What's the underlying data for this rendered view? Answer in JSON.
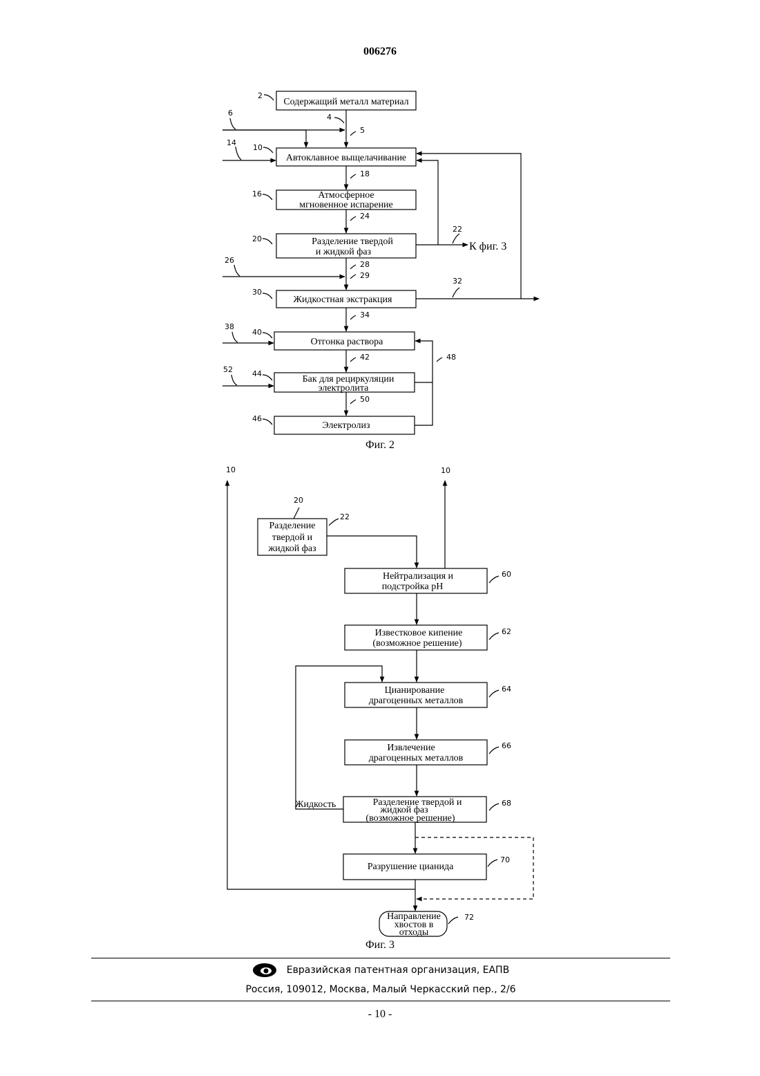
{
  "document": {
    "patent_number": "006276",
    "page_number": "- 10 -"
  },
  "figure2": {
    "caption": "Фиг. 2",
    "boxes": {
      "metal_material": "Содержащий металл материал",
      "autoclave_leaching": "Автоклавное выщелачивание",
      "flash_line1": "Атмосферное",
      "flash_line2": "мгновенное испарение",
      "separation_line1": "Разделение твердой",
      "separation_line2": "и жидкой фаз",
      "liquid_extraction": "Жидкостная экстракция",
      "stripping": "Отгонка раствора",
      "tank_line1": "Бак для рециркуляции",
      "tank_line2": "электролита",
      "electrolysis": "Электролиз"
    },
    "to_fig3": "К фиг. 3",
    "labels": {
      "n2": "2",
      "n4": "4",
      "n5": "5",
      "n6": "6",
      "n10": "10",
      "n14": "14",
      "n16": "16",
      "n18": "18",
      "n20": "20",
      "n22": "22",
      "n24": "24",
      "n26": "26",
      "n28": "28",
      "n29": "29",
      "n30": "30",
      "n32": "32",
      "n34": "34",
      "n38": "38",
      "n40": "40",
      "n42": "42",
      "n44": "44",
      "n46": "46",
      "n48": "48",
      "n50": "50",
      "n52": "52"
    }
  },
  "figure3": {
    "caption": "Фиг. 3",
    "boxes": {
      "sep_line1": "Разделение",
      "sep_line2": "твердой и",
      "sep_line3": "жидкой фаз",
      "neutral_line1": "Нейтрализация и",
      "neutral_line2": "подстройка pH",
      "lime_line1": "Известковое кипение",
      "lime_line2": "(возможное решение)",
      "cyan_line1": "Цианирование",
      "cyan_line2": "драгоценных металлов",
      "extract_line1": "Извлечение",
      "extract_line2": "драгоценных металлов",
      "sep2_line1": "Разделение твердой и",
      "sep2_line2": "жидкой фаз",
      "sep2_line3": "(возможное решение)",
      "destroy": "Разрушение цианида",
      "tail_line1": "Направление",
      "tail_line2": "хвостов в",
      "tail_line3": "отходы"
    },
    "liquid_label": "Жидкость",
    "labels": {
      "n10a": "10",
      "n10b": "10",
      "n20": "20",
      "n22": "22",
      "n60": "60",
      "n62": "62",
      "n64": "64",
      "n66": "66",
      "n68": "68",
      "n70": "70",
      "n72": "72"
    }
  },
  "footer": {
    "organization": "Евразийская патентная организация, ЕАПВ",
    "address": "Россия, 109012, Москва, Малый Черкасский пер., 2/6"
  }
}
